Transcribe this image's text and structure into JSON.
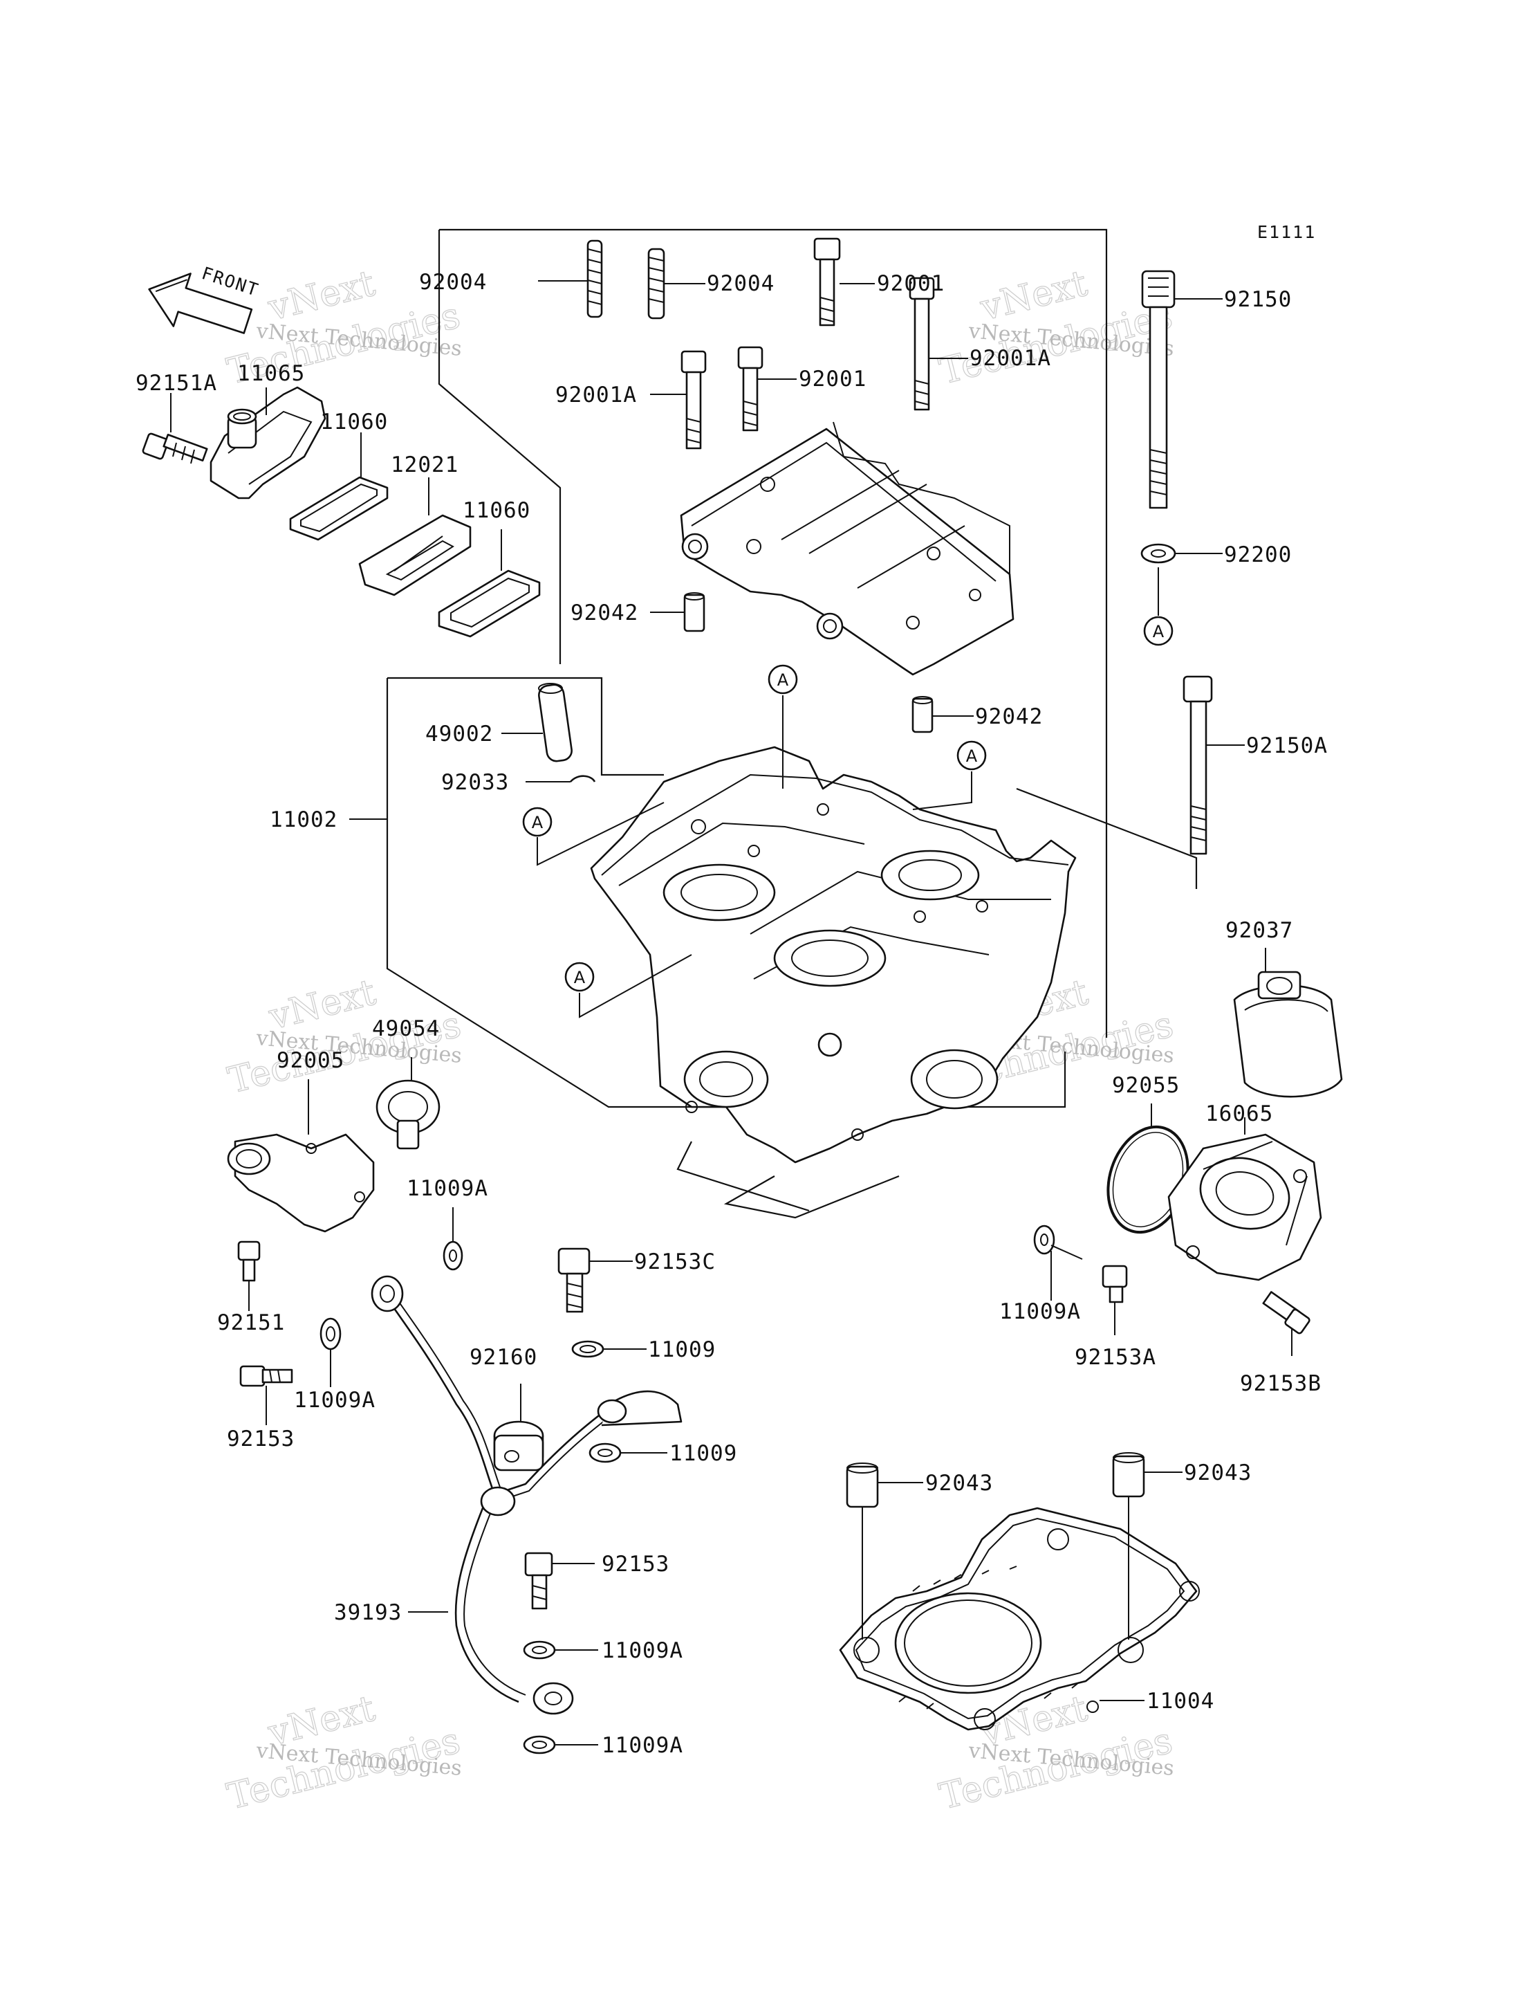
{
  "diagram": {
    "ref_code": "E1111",
    "front_label": "FRONT",
    "reference_marker": "A",
    "watermark": {
      "line1": "vNext Technologies",
      "line2": "vNext",
      "line3": "Technologies"
    },
    "parts": [
      {
        "id": "92004a",
        "label": "92004"
      },
      {
        "id": "92004b",
        "label": "92004"
      },
      {
        "id": "92001a",
        "label": "92001"
      },
      {
        "id": "92150",
        "label": "92150"
      },
      {
        "id": "92001A-a",
        "label": "92001A"
      },
      {
        "id": "92001b",
        "label": "92001"
      },
      {
        "id": "92001A-b",
        "label": "92001A"
      },
      {
        "id": "92151A",
        "label": "92151A"
      },
      {
        "id": "11065",
        "label": "11065"
      },
      {
        "id": "11060a",
        "label": "11060"
      },
      {
        "id": "12021",
        "label": "12021"
      },
      {
        "id": "11060b",
        "label": "11060"
      },
      {
        "id": "92200",
        "label": "92200"
      },
      {
        "id": "92042a",
        "label": "92042"
      },
      {
        "id": "92042b",
        "label": "92042"
      },
      {
        "id": "49002",
        "label": "49002"
      },
      {
        "id": "92150A",
        "label": "92150A"
      },
      {
        "id": "92033",
        "label": "92033"
      },
      {
        "id": "11002",
        "label": "11002"
      },
      {
        "id": "92037",
        "label": "92037"
      },
      {
        "id": "49054",
        "label": "49054"
      },
      {
        "id": "92005",
        "label": "92005"
      },
      {
        "id": "92055",
        "label": "92055"
      },
      {
        "id": "16065",
        "label": "16065"
      },
      {
        "id": "11009A-a",
        "label": "11009A"
      },
      {
        "id": "92153C",
        "label": "92153C"
      },
      {
        "id": "11009A-b",
        "label": "11009A"
      },
      {
        "id": "92151",
        "label": "92151"
      },
      {
        "id": "92153A",
        "label": "92153A"
      },
      {
        "id": "92153B",
        "label": "92153B"
      },
      {
        "id": "11009a",
        "label": "11009"
      },
      {
        "id": "92160",
        "label": "92160"
      },
      {
        "id": "11009A-c",
        "label": "11009A"
      },
      {
        "id": "92153a",
        "label": "92153"
      },
      {
        "id": "11009b",
        "label": "11009"
      },
      {
        "id": "92043a",
        "label": "92043"
      },
      {
        "id": "92043b",
        "label": "92043"
      },
      {
        "id": "92153b",
        "label": "92153"
      },
      {
        "id": "39193",
        "label": "39193"
      },
      {
        "id": "11009A-d",
        "label": "11009A"
      },
      {
        "id": "11004",
        "label": "11004"
      },
      {
        "id": "11009A-e",
        "label": "11009A"
      }
    ]
  }
}
